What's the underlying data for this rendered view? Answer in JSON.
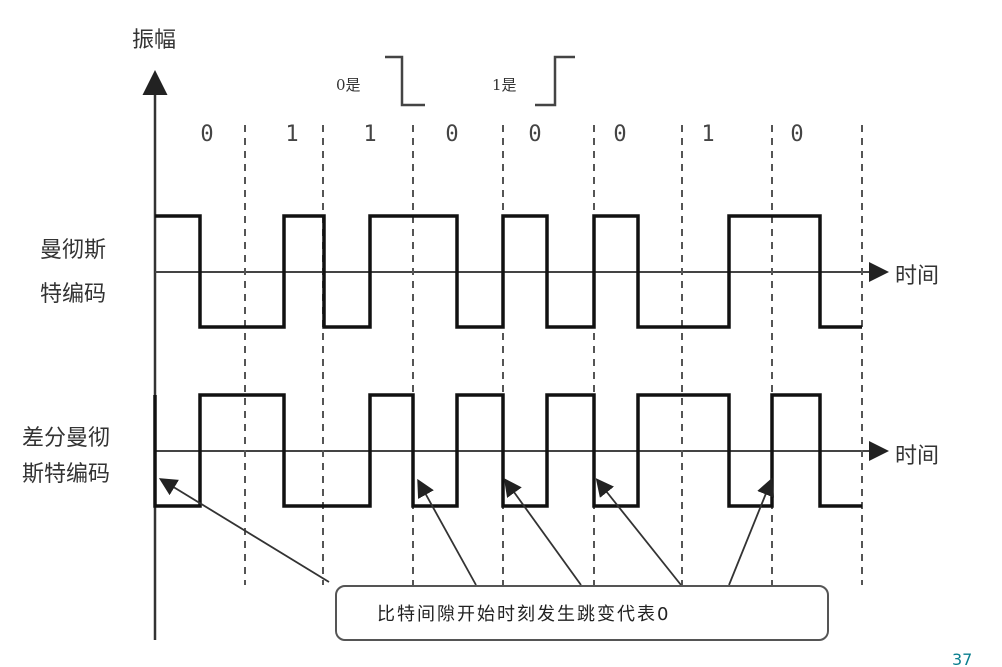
{
  "y_axis_label": "振幅",
  "time_label_top": "时间",
  "time_label_bottom": "时间",
  "legend": {
    "zero_is": "0是",
    "one_is": "1是"
  },
  "bits": [
    "0",
    "1",
    "1",
    "0",
    "0",
    "0",
    "1",
    "0"
  ],
  "manchester_label": [
    "曼彻斯",
    "特编码"
  ],
  "diff_manchester_label": [
    "差分曼彻",
    "斯特编码"
  ],
  "note": "比特间隙开始时刻发生跳变代表0",
  "page_number": "37",
  "colors": {
    "page_number": "#0a7f8f",
    "wave": "#111111"
  }
}
